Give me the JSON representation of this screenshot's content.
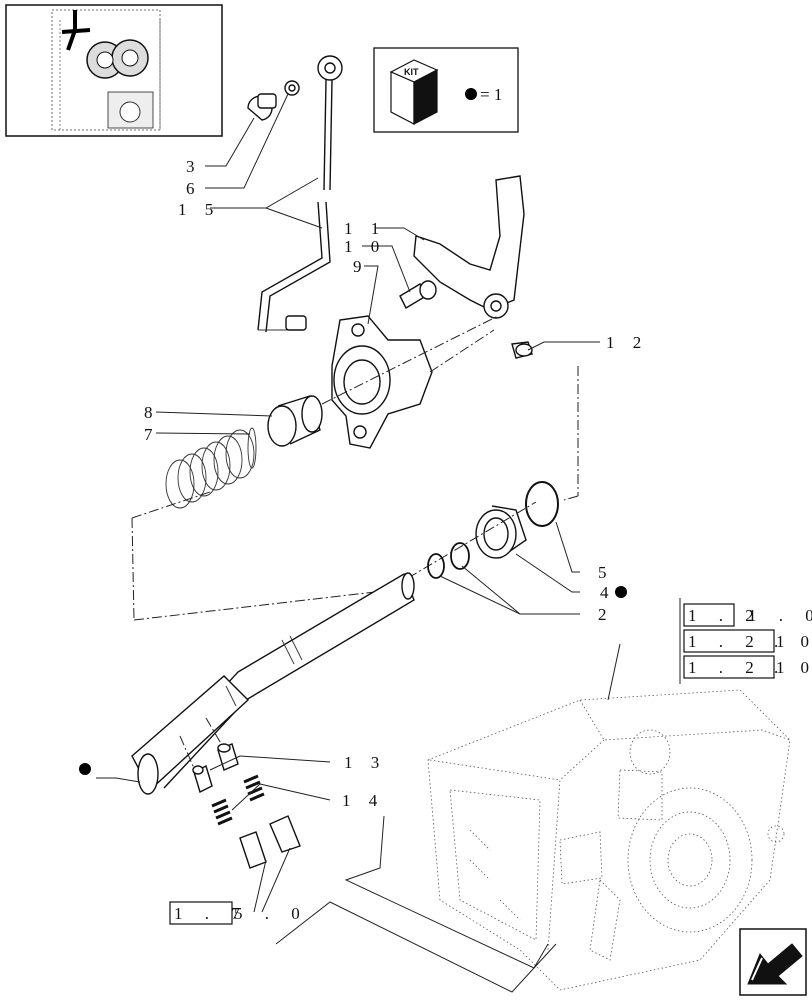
{
  "kit_box": {
    "kit_label": "KIT",
    "equals_text": "= 1"
  },
  "callouts": {
    "c3": "3",
    "c6": "6",
    "c15": "1 5",
    "c11": "1 1",
    "c10": "1 0",
    "c9": "9",
    "c12": "1 2",
    "c8": "8",
    "c7": "7",
    "c5": "5",
    "c4": "4",
    "c2": "2",
    "c13": "1 3",
    "c14": "1 4"
  },
  "references": {
    "ref1": [
      "1 . 2",
      "1 . 0"
    ],
    "ref2": [
      "1 . 2 1",
      ". 0"
    ],
    "ref3": [
      "1 . 2 1",
      ". 0"
    ],
    "ref_bottom": [
      "1 . 7",
      "5 . 0"
    ]
  }
}
